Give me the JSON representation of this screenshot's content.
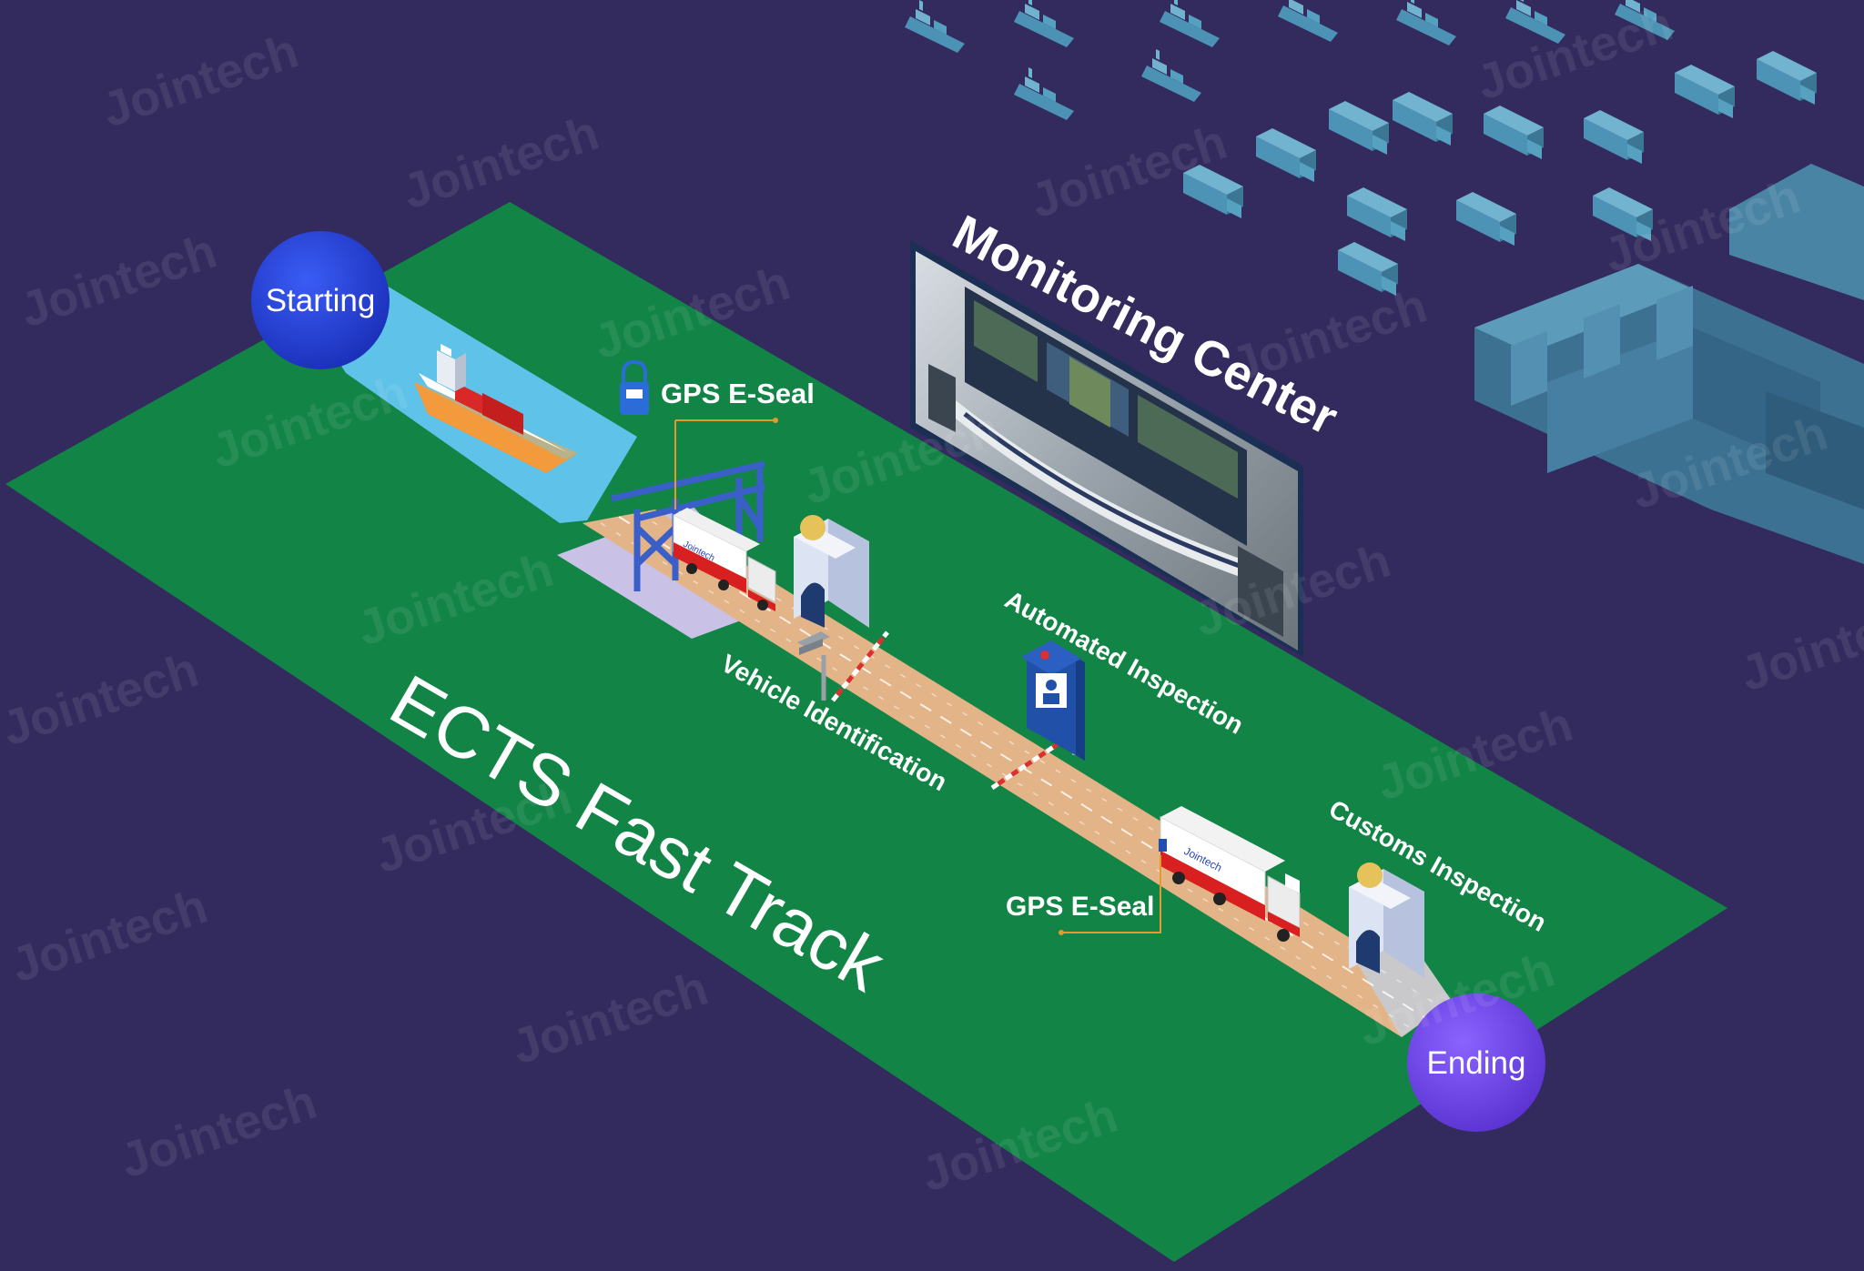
{
  "title": "ECTS Fast Track",
  "start_label": "Starting",
  "end_label": "Ending",
  "monitoring_label": "Monitoring Center",
  "stages": {
    "eseal_top": "GPS E-Seal",
    "vehicle_id": "Vehicle Identification",
    "auto_inspection": "Automated Inspection",
    "eseal_bottom": "GPS E-Seal",
    "customs": "Customs Inspection"
  },
  "watermark": "Jointech",
  "truck_brand": "Jointech",
  "colors": {
    "background": "#332a5e",
    "field": "#128446",
    "road": "#e3b487",
    "water": "#5fc2e8",
    "start_circle": "#1c36c7",
    "end_circle": "#6a3fe0",
    "callout": "#e49a2a",
    "icon_pale": "#4e9fbf"
  }
}
